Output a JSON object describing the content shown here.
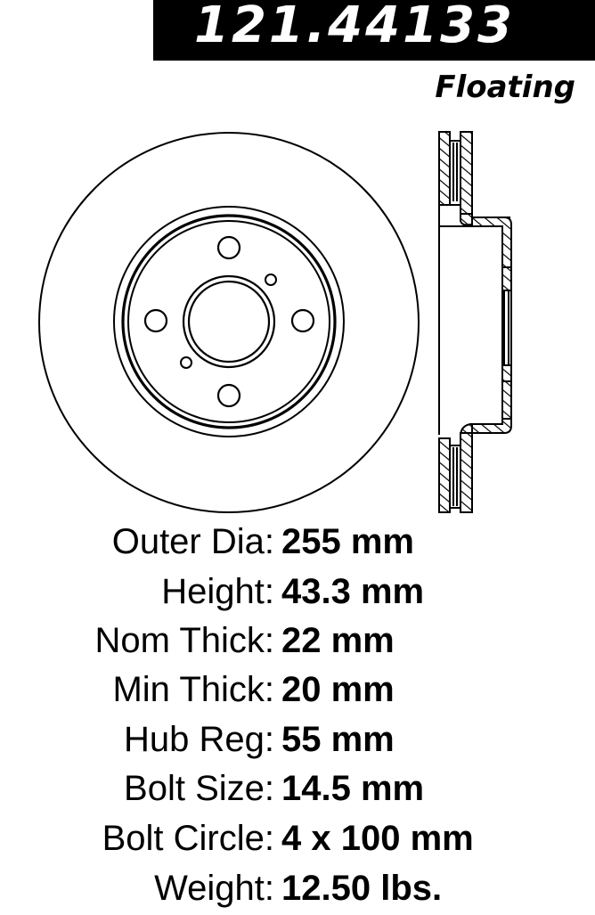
{
  "header": {
    "part_number": "121.44133",
    "type_label": "Floating",
    "banner_color": "#000000"
  },
  "drawing": {
    "front_view": {
      "description": "Brake rotor front view",
      "bolt_holes": 4,
      "locator_holes": 2
    },
    "side_view": {
      "description": "Vented rotor cross-section"
    }
  },
  "specs": [
    {
      "label": "Outer Dia:",
      "value": "255 mm"
    },
    {
      "label": "Height:",
      "value": "43.3 mm"
    },
    {
      "label": "Nom Thick:",
      "value": "22 mm"
    },
    {
      "label": "Min Thick:",
      "value": "20 mm"
    },
    {
      "label": "Hub Reg:",
      "value": "55 mm"
    },
    {
      "label": "Bolt Size:",
      "value": "14.5 mm"
    },
    {
      "label": "Bolt Circle:",
      "value": "4 x 100 mm"
    },
    {
      "label": "Weight:",
      "value": "12.50 lbs."
    }
  ]
}
